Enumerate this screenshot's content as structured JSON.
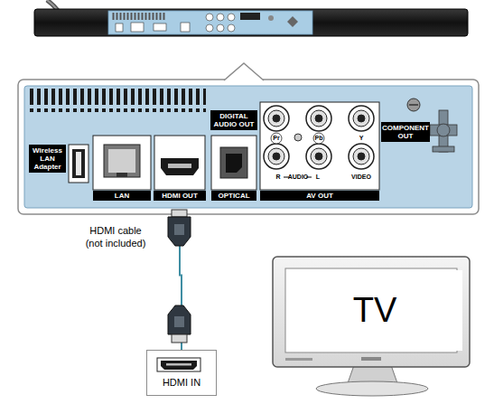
{
  "diagram": {
    "nodes": [
      {
        "text": [
          "HDMI OUT"
        ]
      },
      {
        "text": [
          "TV"
        ]
      },
      {
        "text": [
          "HDMI IN"
        ]
      }
    ],
    "edges": [
      {
        "from": 0,
        "to": 2,
        "arrow": "none",
        "label": "HDMI cable (not included)"
      }
    ],
    "labels": [
      "Wireless LAN Adapter",
      "LAN",
      "DIGITAL AUDIO OUT",
      "OPTICAL",
      "Pr",
      "Pb",
      "Y",
      "R",
      "AUDIO",
      "L",
      "VIDEO",
      "AV OUT",
      "COMPONENT OUT"
    ]
  }
}
